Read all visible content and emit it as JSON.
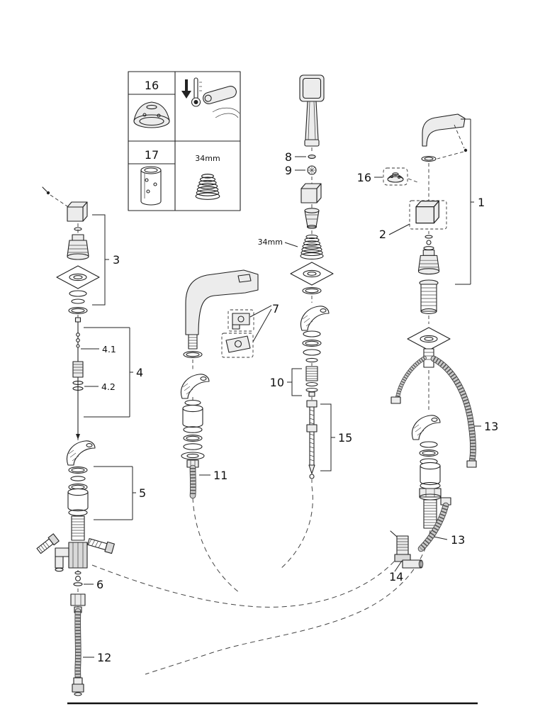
{
  "inset": {
    "item_16_label": "16",
    "item_17_label": "17",
    "size_label": "34mm"
  },
  "callouts": {
    "p1": "1",
    "p2": "2",
    "p3": "3",
    "p4": "4",
    "p4_1": "4.1",
    "p4_2": "4.2",
    "p5": "5",
    "p6": "6",
    "p7": "7",
    "p8": "8",
    "p9": "9",
    "p10": "10",
    "p11": "11",
    "p12": "12",
    "p13_upper": "13",
    "p13_lower": "13",
    "p14": "14",
    "p15": "15",
    "p16": "16",
    "size_34mm": "34mm"
  }
}
